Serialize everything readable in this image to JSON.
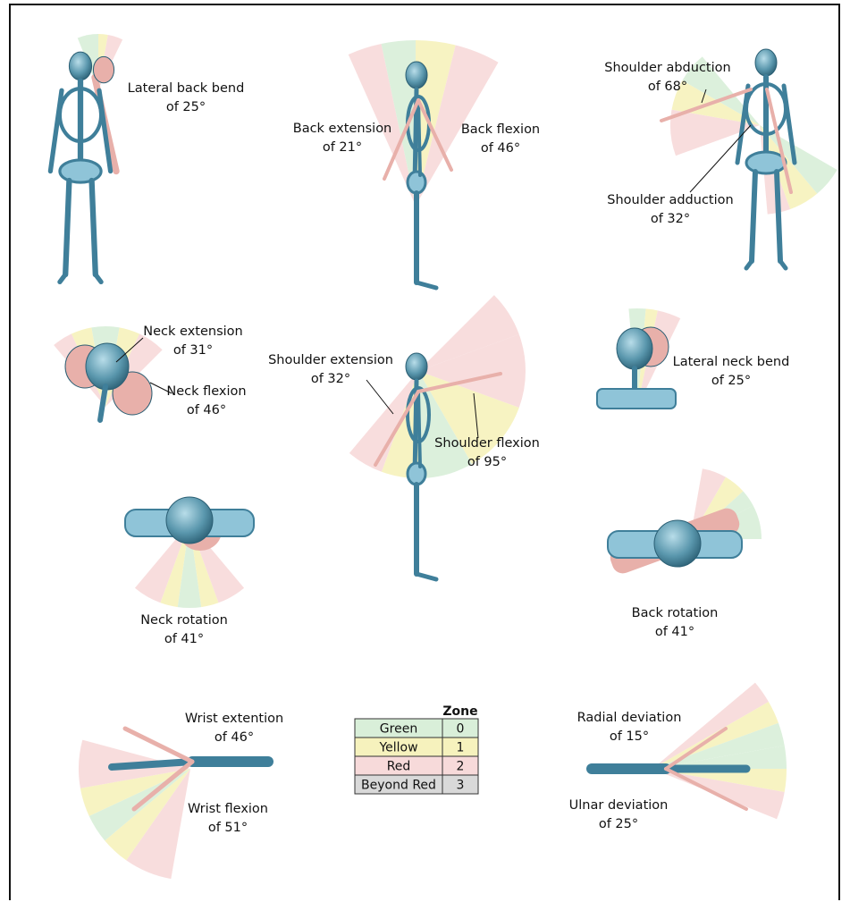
{
  "colors": {
    "green": "#d9efd9",
    "yellow": "#f6f2bd",
    "red": "#f7dada",
    "beyond_red": "#d9d9d9",
    "bone": "#3f7f9a",
    "bone_light": "#8fc4d8",
    "bone_ghost": "#e8b0aa",
    "line": "#111111"
  },
  "labels": {
    "lateral_back_bend": [
      "Lateral back bend",
      "of 25°"
    ],
    "back_extension": [
      "Back extension",
      "of 21°"
    ],
    "back_flexion": [
      "Back flexion",
      "of 46°"
    ],
    "shoulder_abduction": [
      "Shoulder abduction",
      "of 68°"
    ],
    "shoulder_adduction": [
      "Shoulder adduction",
      "of 32°"
    ],
    "neck_extension": [
      "Neck extension",
      "of 31°"
    ],
    "neck_flexion": [
      "Neck flexion",
      "of 46°"
    ],
    "shoulder_extension": [
      "Shoulder extension",
      "of 32°"
    ],
    "shoulder_flexion": [
      "Shoulder flexion",
      "of 95°"
    ],
    "lateral_neck_bend": [
      "Lateral neck bend",
      "of 25°"
    ],
    "neck_rotation": [
      "Neck rotation",
      "of 41°"
    ],
    "back_rotation": [
      "Back rotation",
      "of 41°"
    ],
    "wrist_extension": [
      "Wrist extention",
      "of 46°"
    ],
    "wrist_flexion": [
      "Wrist flexion",
      "of 51°"
    ],
    "radial_deviation": [
      "Radial deviation",
      "of 15°"
    ],
    "ulnar_deviation": [
      "Ulnar deviation",
      "of 25°"
    ]
  },
  "zone_table": {
    "header": "Zone",
    "rows": [
      {
        "name": "Green",
        "value": "0",
        "color": "#d9efd9"
      },
      {
        "name": "Yellow",
        "value": "1",
        "color": "#f6f2bd"
      },
      {
        "name": "Red",
        "value": "2",
        "color": "#f7dada"
      },
      {
        "name": "Beyond Red",
        "value": "3",
        "color": "#d9d9d9"
      }
    ]
  }
}
